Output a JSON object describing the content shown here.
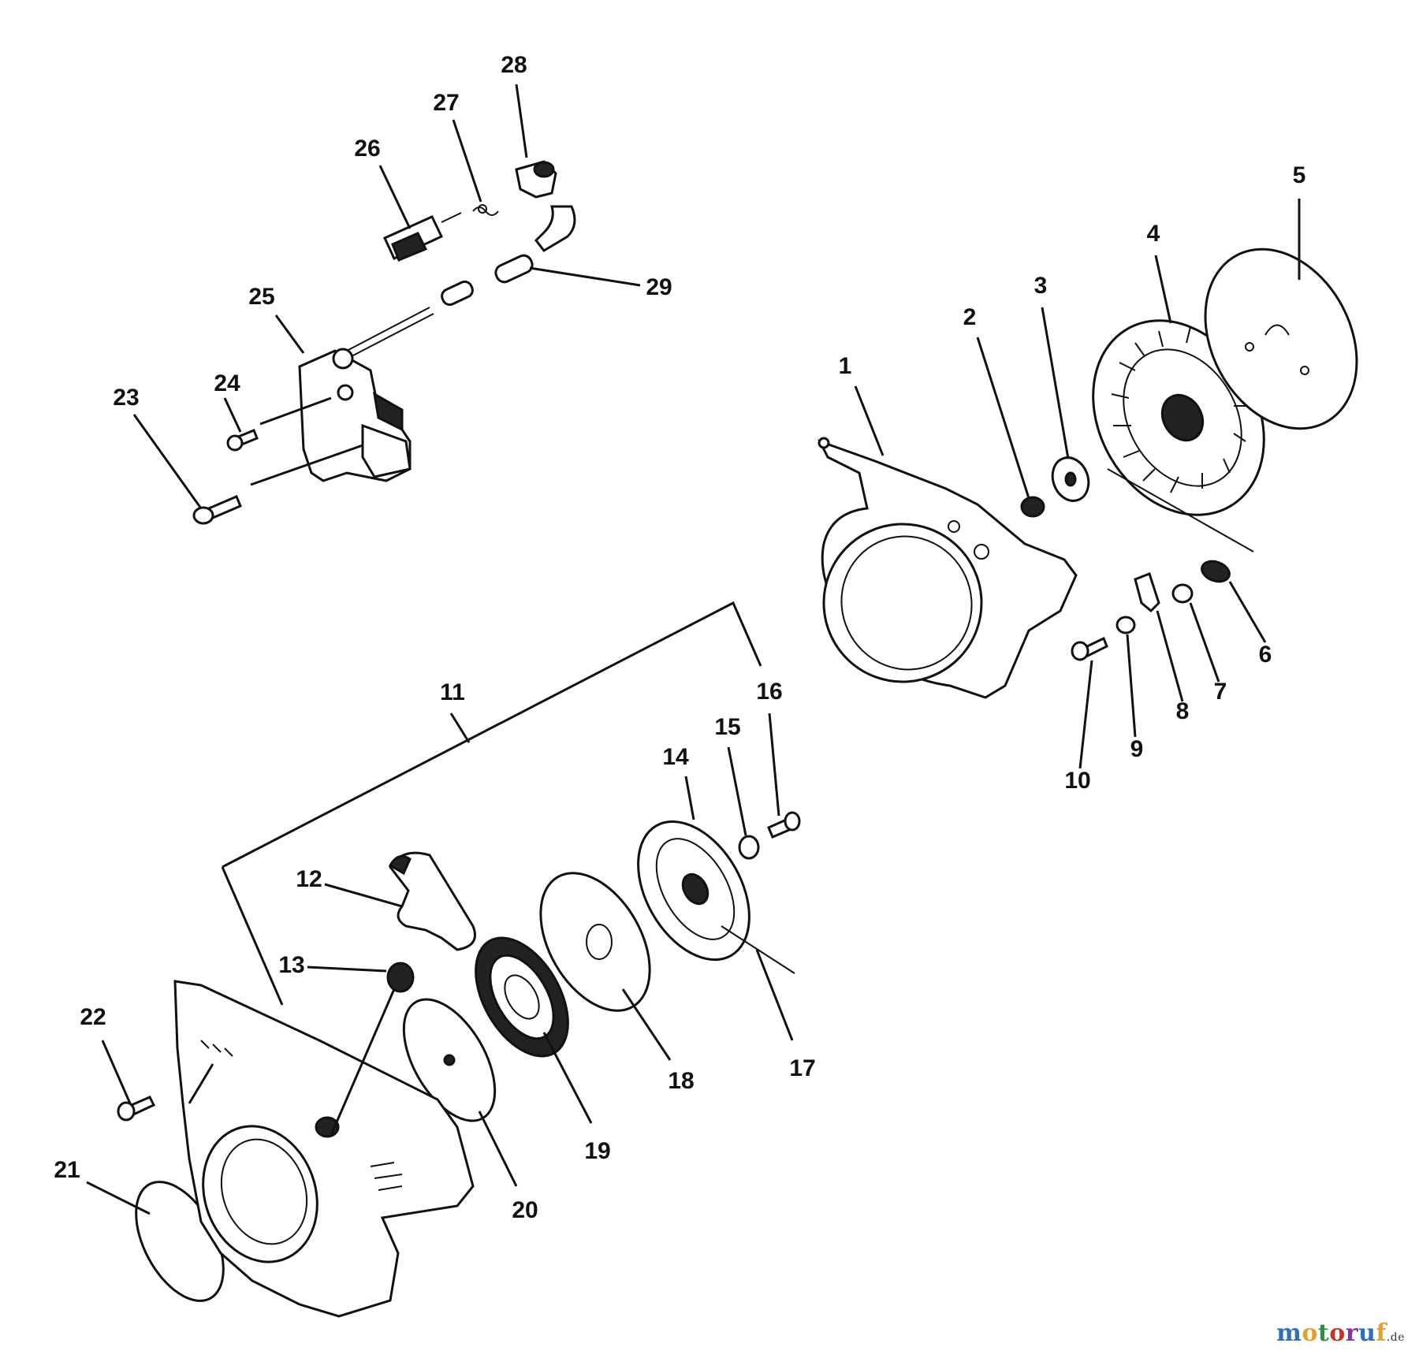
{
  "diagram": {
    "callouts": [
      "1",
      "2",
      "3",
      "4",
      "5",
      "6",
      "7",
      "8",
      "9",
      "10",
      "11",
      "12",
      "13",
      "14",
      "15",
      "16",
      "17",
      "18",
      "19",
      "20",
      "21",
      "22",
      "23",
      "24",
      "25",
      "26",
      "27",
      "28",
      "29"
    ]
  },
  "watermark": {
    "text": "motoruf",
    "tld": ".de",
    "colors": [
      "#2e6fb5",
      "#e2a02a",
      "#2f8f3a",
      "#c6352b",
      "#7a3d98"
    ]
  }
}
